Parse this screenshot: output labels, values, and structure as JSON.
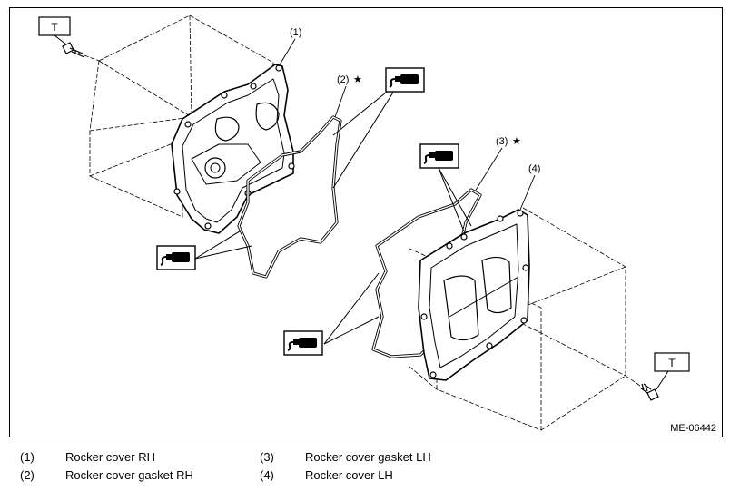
{
  "figure": {
    "id": "ME-06442",
    "torque_symbol": "T",
    "callouts": {
      "c1": "(1)",
      "c2": "(2)",
      "c3": "(3)",
      "c4": "(4)",
      "star": "★"
    },
    "icons": [
      "sealant-bottle-icon",
      "torque-box-icon"
    ]
  },
  "legend": {
    "items": [
      {
        "num": "(1)",
        "label": "Rocker cover RH"
      },
      {
        "num": "(2)",
        "label": "Rocker cover gasket RH"
      },
      {
        "num": "(3)",
        "label": "Rocker cover gasket LH"
      },
      {
        "num": "(4)",
        "label": "Rocker cover LH"
      }
    ]
  }
}
